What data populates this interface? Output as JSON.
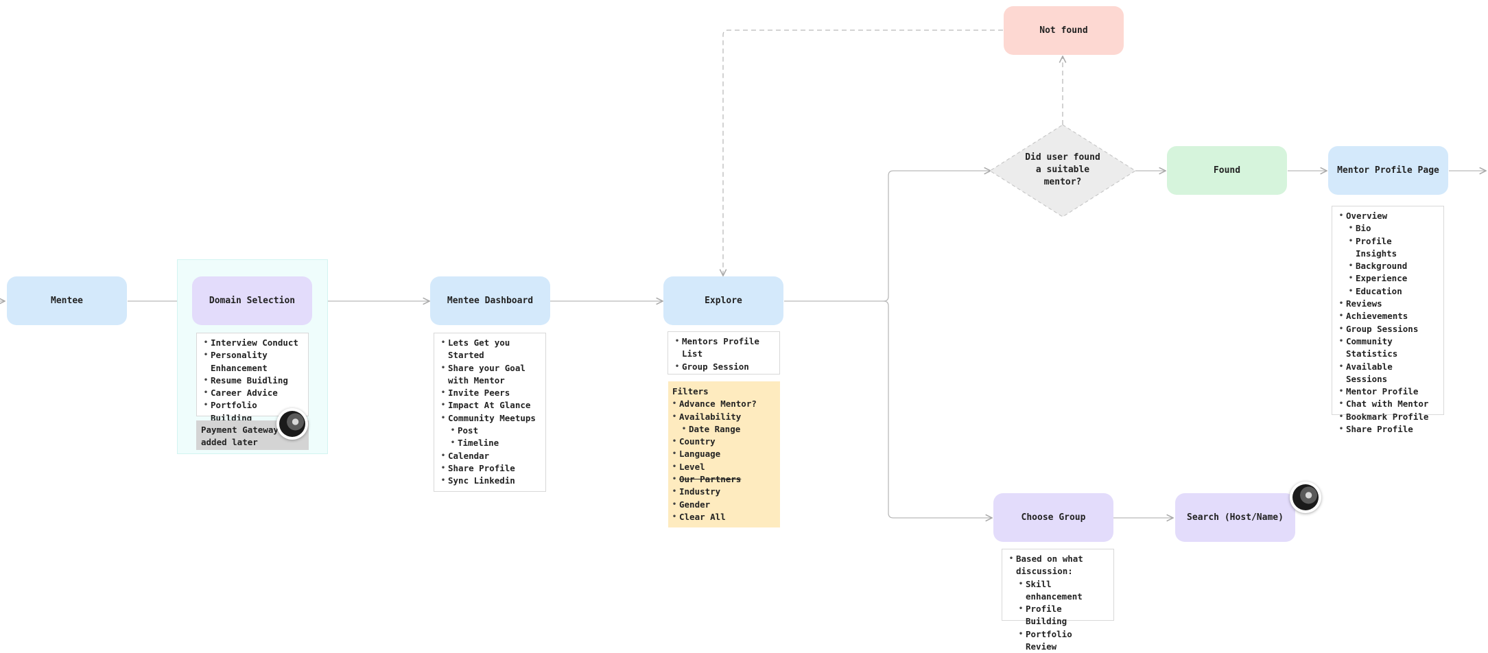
{
  "nodes": {
    "mentee": "Mentee",
    "domain_selection": "Domain Selection",
    "mentee_dashboard": "Mentee Dashboard",
    "explore": "Explore",
    "not_found": "Not found",
    "decision": "Did user found\na suitable\nmentor?",
    "found": "Found",
    "mentor_profile_page": "Mentor Profile Page",
    "choose_group": "Choose Group",
    "search_host": "Search (Host/Name)"
  },
  "domain_list": [
    {
      "text": "Interview Conduct"
    },
    {
      "text": "Personality\nEnhancement"
    },
    {
      "text": "Resume Buidling"
    },
    {
      "text": "Career Advice"
    },
    {
      "text": "Portfolio Building"
    }
  ],
  "payment_note": "Payment Gateway\nadded later",
  "dashboard_list": [
    {
      "text": "Lets Get you\nStarted"
    },
    {
      "text": "Share your Goal\nwith Mentor"
    },
    {
      "text": "Invite Peers"
    },
    {
      "text": "Impact At Glance"
    },
    {
      "text": "Community Meetups"
    },
    {
      "text": "Post",
      "sub": true
    },
    {
      "text": "Timeline",
      "sub": true
    },
    {
      "text": "Calendar"
    },
    {
      "text": "Share Profile"
    },
    {
      "text": "Sync Linkedin"
    }
  ],
  "explore_list": [
    {
      "text": "Mentors Profile\nList"
    },
    {
      "text": "Group Session"
    }
  ],
  "filters": {
    "title": "Filters",
    "items": [
      {
        "text": "Advance Mentor?"
      },
      {
        "text": "Availability"
      },
      {
        "text": "Date Range",
        "sub": true
      },
      {
        "text": "Country"
      },
      {
        "text": "Language"
      },
      {
        "text": "Level"
      },
      {
        "text": "Our Partners",
        "strike": true
      },
      {
        "text": "Industry"
      },
      {
        "text": "Gender"
      },
      {
        "text": "Clear All"
      }
    ]
  },
  "mentor_profile_list": [
    {
      "text": "Overview"
    },
    {
      "text": "Bio",
      "sub": true
    },
    {
      "text": "Profile Insights",
      "sub": true
    },
    {
      "text": "Background",
      "sub": true
    },
    {
      "text": "Experience",
      "sub": true
    },
    {
      "text": "Education",
      "sub": true
    },
    {
      "text": "Reviews"
    },
    {
      "text": "Achievements"
    },
    {
      "text": "Group Sessions"
    },
    {
      "text": "Community\nStatistics"
    },
    {
      "text": "Available Sessions"
    },
    {
      "text": "Mentor Profile"
    },
    {
      "text": "Chat with Mentor"
    },
    {
      "text": "Bookmark Profile"
    },
    {
      "text": "Share Profile"
    }
  ],
  "choose_group_list": [
    {
      "text": "Based on what\ndiscussion:"
    },
    {
      "text": "Skill enhancement",
      "sub": true
    },
    {
      "text": "Profile Building",
      "sub": true
    },
    {
      "text": "Portfolio Review",
      "sub": true
    }
  ],
  "colors": {
    "blue_node": "#d4e9fb",
    "purple_node": "#e3dcfb",
    "green_node": "#d6f4dc",
    "red_node": "#fdd8d2",
    "sticky_yellow": "#feebbf",
    "connector": "#b9b9b9"
  }
}
